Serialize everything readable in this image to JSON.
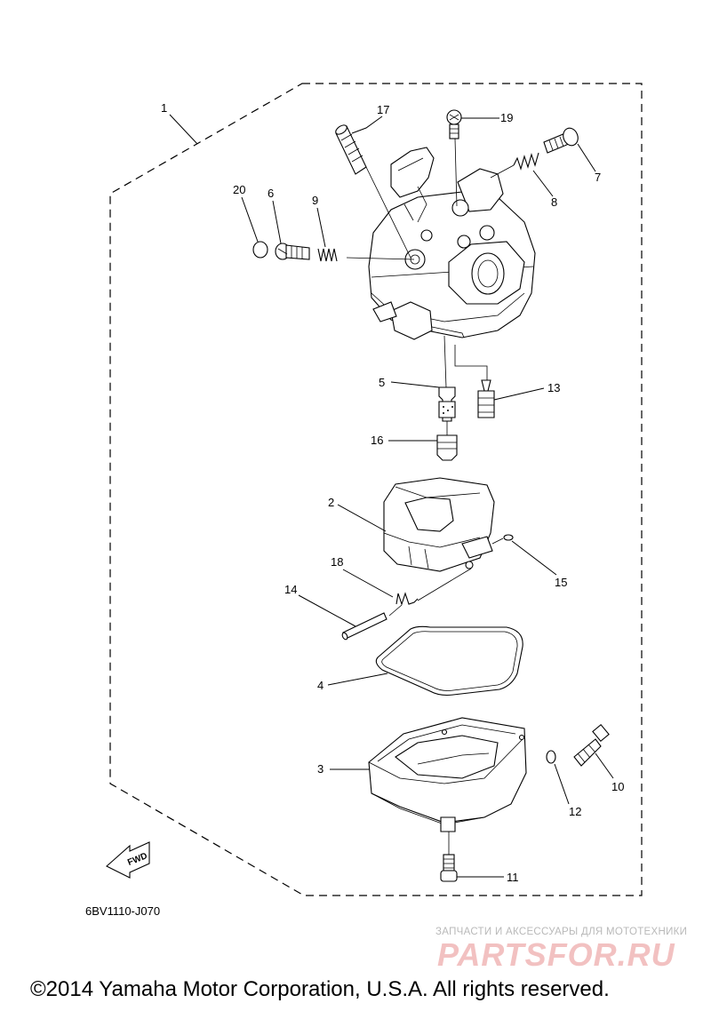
{
  "diagram": {
    "labels": {
      "p1": "1",
      "p2": "2",
      "p3": "3",
      "p4": "4",
      "p5": "5",
      "p6": "6",
      "p7": "7",
      "p8": "8",
      "p9": "9",
      "p10": "10",
      "p11": "11",
      "p12": "12",
      "p13": "13",
      "p14": "14",
      "p15": "15",
      "p16": "16",
      "p17": "17",
      "p18": "18",
      "p19": "19",
      "p20": "20"
    },
    "fwd_label": "FWD",
    "diagram_code": "6BV1110-J070"
  },
  "watermark": {
    "subtitle": "ЗАПЧАСТИ И АКСЕССУАРЫ ДЛЯ МОТОТЕХНИКИ",
    "logo_text": "PARTSFOR.RU"
  },
  "footer": {
    "copyright": "©2014 Yamaha Motor Corporation, U.S.A. All rights reserved."
  }
}
